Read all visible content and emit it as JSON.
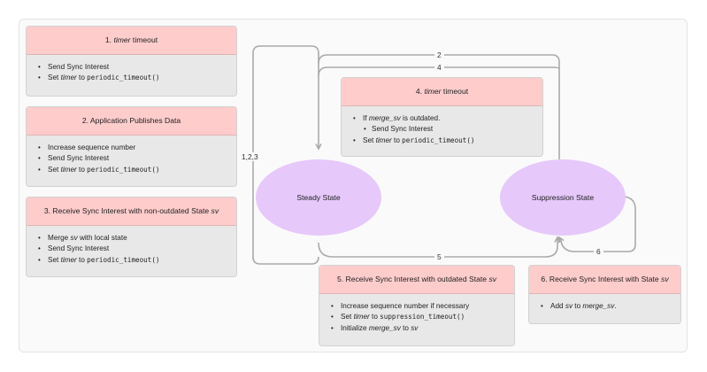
{
  "states": {
    "steady": "Steady State",
    "suppression": "Suppression State"
  },
  "edges": {
    "top_2": "2",
    "top_4": "4",
    "left_123": "1,2,3",
    "bottom_5": "5",
    "right_6": "6"
  },
  "boxes": {
    "b1": {
      "title_pre": "1. ",
      "title_em": "timer",
      "title_post": " timeout",
      "i1": "Send Sync Interest",
      "i2_pre": "Set ",
      "i2_em": "timer",
      "i2_mid": " to ",
      "i2_code": "periodic_timeout()"
    },
    "b2": {
      "title": "2. Application Publishes Data",
      "i1": "Increase sequence number",
      "i2": "Send Sync Interest",
      "i3_pre": "Set ",
      "i3_em": "timer",
      "i3_mid": " to ",
      "i3_code": "periodic_timeout()"
    },
    "b3": {
      "title_pre": "3. Receive Sync Interest with non-outdated State ",
      "title_em": "sv",
      "i1_pre": "Merge ",
      "i1_em": "sv",
      "i1_post": " with local state",
      "i2": "Send Sync Interest",
      "i3_pre": "Set ",
      "i3_em": "timer",
      "i3_mid": " to ",
      "i3_code": "periodic_timeout()"
    },
    "b4": {
      "title_pre": "4. ",
      "title_em": "timer",
      "title_post": " timeout",
      "i1_pre": "If ",
      "i1_em": "merge_sv",
      "i1_post": " is outdated.",
      "i2": "Send Sync Interest",
      "i3_pre": "Set ",
      "i3_em": "timer",
      "i3_mid": " to ",
      "i3_code": "periodic_timeout()"
    },
    "b5": {
      "title_pre": "5. Receive Sync Interest with outdated State ",
      "title_em": "sv",
      "i1": "Increase sequence number if necessary",
      "i2_pre": "Set ",
      "i2_em": "timer",
      "i2_mid": " to ",
      "i2_code": "suppression_timeout()",
      "i3_pre": "Initialize ",
      "i3_em": "merge_sv",
      "i3_mid": " to ",
      "i3_em2": "sv"
    },
    "b6": {
      "title_pre": "6. Receive Sync Interest with State ",
      "title_em": "sv",
      "i1_pre": "Add ",
      "i1_em": "sv",
      "i1_mid": " to ",
      "i1_em2": "merge_sv",
      "i1_post": "."
    }
  }
}
